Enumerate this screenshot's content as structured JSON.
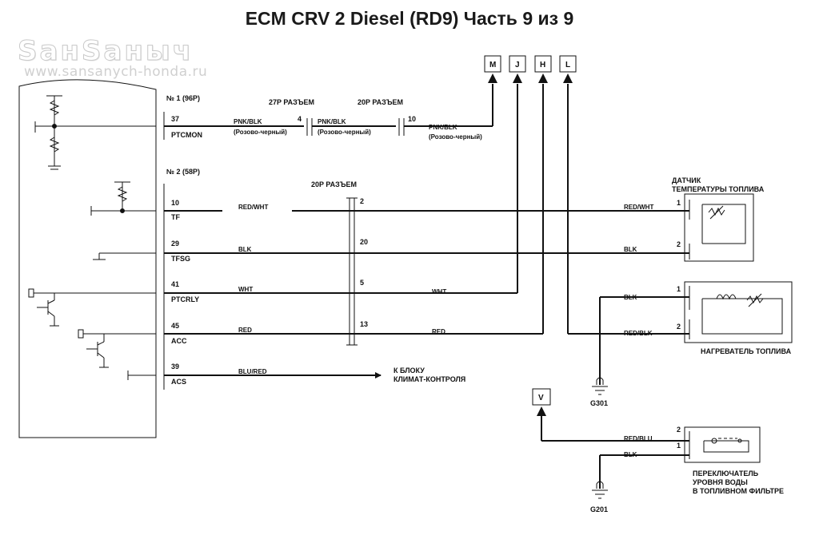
{
  "title": "ECM CRV 2 Diesel (RD9) Часть 9 из 9",
  "watermark": {
    "logo": "SанSаныч",
    "url": "www.sansanych-honda.ru"
  },
  "ecm": {
    "connector1": "№ 1 (96P)",
    "connector2": "№ 2 (58P)",
    "pins": [
      {
        "num": "37",
        "name": "PTCMON"
      },
      {
        "num": "10",
        "name": "TF"
      },
      {
        "num": "29",
        "name": "TFSG"
      },
      {
        "num": "41",
        "name": "PTCRLY"
      },
      {
        "num": "45",
        "name": "ACC"
      },
      {
        "num": "39",
        "name": "ACS"
      }
    ]
  },
  "connectors": {
    "c27p_label": "27P РАЗЪЕМ",
    "c20p_a_label": "20P РАЗЪЕМ",
    "c20p_b_label": "20P РАЗЪЕМ",
    "c27p_pin": "4",
    "c20p_a_pin": "10",
    "c20p_b_pins": [
      "2",
      "20",
      "5",
      "13"
    ]
  },
  "wires": {
    "ptcmon_1": "PNK/BLK",
    "ptcmon_1_ru": "(Розово-черный)",
    "ptcmon_2": "PNK/BLK",
    "ptcmon_2_ru": "(Розово-черный)",
    "ptcmon_3": "PNK/BLK",
    "ptcmon_3_ru": "(Розово-черный)",
    "tf_left": "RED/WHT",
    "tf_right": "RED/WHT",
    "tfsg_left": "BLK",
    "tfsg_right": "BLK",
    "ptcrly_left": "WHT",
    "ptcrly_right": "WHT",
    "acc_left": "RED",
    "acc_right": "RED",
    "acs": "BLU/RED",
    "heater_1": "BLK",
    "heater_2": "RED/BLK",
    "water_2": "RED/BLU",
    "water_1": "BLK"
  },
  "terminals": [
    "M",
    "J",
    "H",
    "L",
    "V"
  ],
  "acs_target": [
    "К БЛОКУ",
    "КЛИМАТ-КОНТРОЛЯ"
  ],
  "components": {
    "fuel_temp_sensor": [
      "ДАТЧИК",
      "ТЕМПЕРАТУРЫ ТОПЛИВА"
    ],
    "fuel_temp_pins": [
      "1",
      "2"
    ],
    "fuel_heater": "НАГРЕВАТЕЛЬ ТОПЛИВА",
    "fuel_heater_pins": [
      "1",
      "2"
    ],
    "water_switch": [
      "ПЕРЕКЛЮЧАТЕЛЬ",
      "УРОВНЯ ВОДЫ",
      "В ТОПЛИВНОМ ФИЛЬТРЕ"
    ],
    "water_switch_pins": [
      "2",
      "1"
    ]
  },
  "grounds": [
    "G301",
    "G201"
  ]
}
